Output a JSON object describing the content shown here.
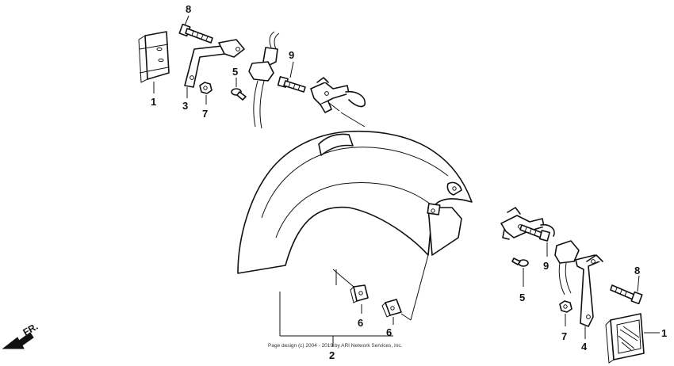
{
  "labels": {
    "p1_left": "1",
    "p1_right": "1",
    "p2": "2",
    "p3": "3",
    "p4": "4",
    "p5_left": "5",
    "p5_right": "5",
    "p6_left": "6",
    "p6_right": "6",
    "p7_left": "7",
    "p7_right": "7",
    "p8_left": "8",
    "p8_right": "8",
    "p9_left": "9",
    "p9_right": "9"
  },
  "direction": "FR.",
  "copyright": "Page design (c) 2004 - 2019 by ARI Network Services, Inc."
}
